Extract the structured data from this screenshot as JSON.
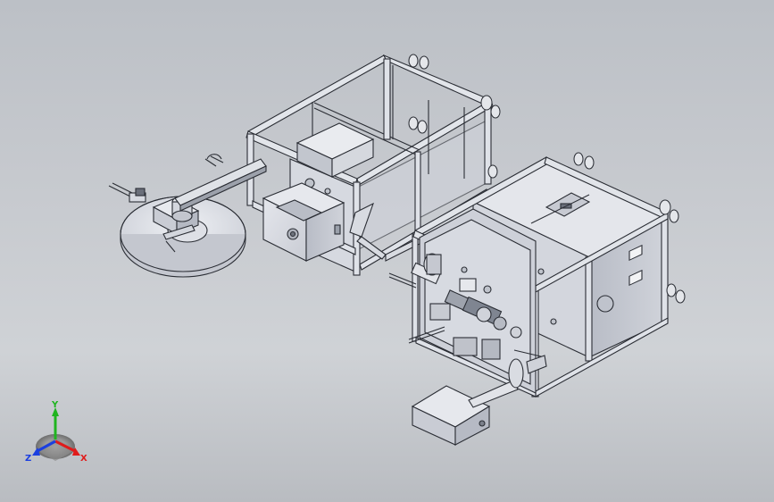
{
  "triad": {
    "y_label": "Y",
    "x_label": "X",
    "z_label": "Z",
    "y_color": "#1fb41f",
    "x_color": "#e01b1b",
    "z_color": "#1b3fe0"
  },
  "colors": {
    "frame": "#dfe2e8",
    "frame_dark": "#5e6470",
    "panel": "#d9dce3",
    "panel_shade": "#b9bdc7",
    "outline": "#2b2e35"
  }
}
